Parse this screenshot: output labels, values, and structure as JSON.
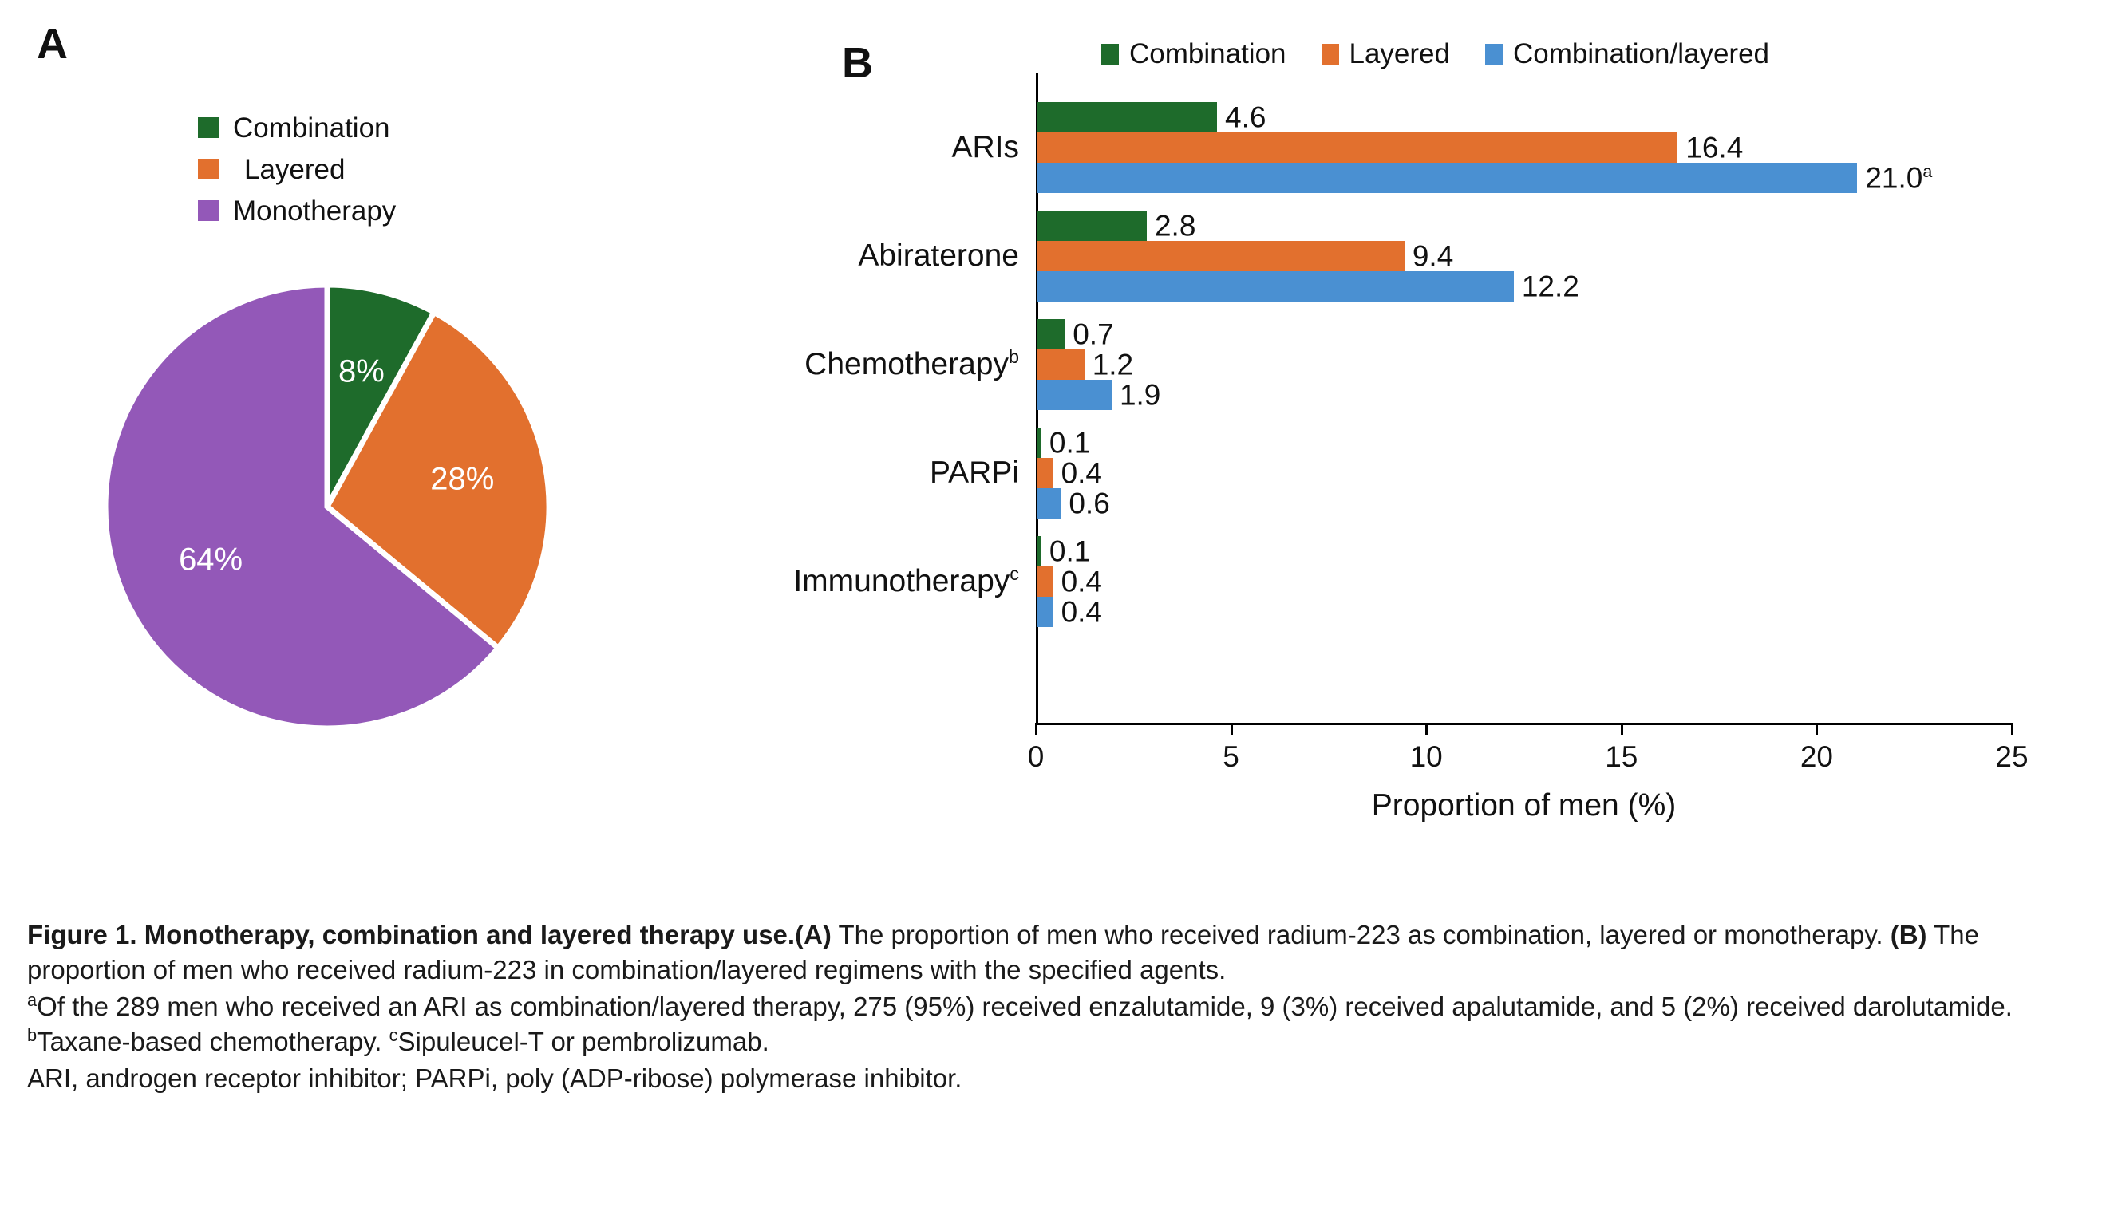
{
  "panels": {
    "a": {
      "letter": "A"
    },
    "b": {
      "letter": "B"
    }
  },
  "colors": {
    "combination_green": "#1E6B2B",
    "layered_orange": "#E2702E",
    "monotherapy_purple": "#9358B8",
    "combination_layered_blue": "#4A90D2",
    "axis_black": "#000000",
    "text_black": "#111111"
  },
  "chart_data": [
    {
      "type": "pie",
      "panel": "A",
      "title": "",
      "legend_position": "top",
      "categories": [
        "Combination",
        "Layered",
        "Monotherapy"
      ],
      "values": [
        8,
        28,
        64
      ],
      "value_labels": [
        "8%",
        "28%",
        "64%"
      ],
      "colors": [
        "#1E6B2B",
        "#E2702E",
        "#9358B8"
      ],
      "legend": [
        {
          "label": "Combination",
          "color": "#1E6B2B"
        },
        {
          "label": "Layered",
          "color": "#E2702E"
        },
        {
          "label": "Monotherapy",
          "color": "#9358B8"
        }
      ]
    },
    {
      "type": "bar",
      "panel": "B",
      "orientation": "horizontal",
      "title": "",
      "xlabel": "Proportion of men (%)",
      "ylabel": "",
      "xlim": [
        0,
        25
      ],
      "xticks": [
        0,
        5,
        10,
        15,
        20,
        25
      ],
      "xtick_labels": [
        "0",
        "5",
        "10",
        "15",
        "20",
        "25"
      ],
      "grid": false,
      "legend_position": "top",
      "legend": [
        {
          "label": "Combination",
          "color": "#1E6B2B"
        },
        {
          "label": "Layered",
          "color": "#E2702E"
        },
        {
          "label": "Combination/layered",
          "color": "#4A90D2"
        }
      ],
      "categories": [
        "ARIs",
        "Abiraterone",
        "Chemotherapy",
        "PARPi",
        "Immunotherapy"
      ],
      "category_labels": [
        {
          "text": "ARIs",
          "sup": ""
        },
        {
          "text": "Abiraterone",
          "sup": ""
        },
        {
          "text": "Chemotherapy",
          "sup": "b"
        },
        {
          "text": "PARPi",
          "sup": ""
        },
        {
          "text": "Immunotherapy",
          "sup": "c"
        }
      ],
      "series": [
        {
          "name": "Combination",
          "color": "#1E6B2B",
          "values": [
            4.6,
            2.8,
            0.7,
            0.1,
            0.1
          ],
          "labels": [
            "4.6",
            "2.8",
            "0.7",
            "0.1",
            "0.1"
          ],
          "label_sups": [
            "",
            "",
            "",
            "",
            ""
          ]
        },
        {
          "name": "Layered",
          "color": "#E2702E",
          "values": [
            16.4,
            9.4,
            1.2,
            0.4,
            0.4
          ],
          "labels": [
            "16.4",
            "9.4",
            "1.2",
            "0.4",
            "0.4"
          ],
          "label_sups": [
            "",
            "",
            "",
            "",
            ""
          ]
        },
        {
          "name": "Combination/layered",
          "color": "#4A90D2",
          "values": [
            21.0,
            12.2,
            1.9,
            0.6,
            0.4
          ],
          "labels": [
            "21.0",
            "12.2",
            "1.9",
            "0.6",
            "0.4"
          ],
          "label_sups": [
            "a",
            "",
            "",
            "",
            ""
          ]
        }
      ]
    }
  ],
  "caption": {
    "title": "Figure 1. Monotherapy, combination and layered therapy use.",
    "part_a_tag": "(A)",
    "part_a_text": " The proportion of men who received radium-223 as combination, layered or monotherapy. ",
    "part_b_tag": "(B)",
    "part_b_text": " The proportion of men who received radium-223 in combination/layered regimens with the specified agents.",
    "footnote_a_sup": "a",
    "footnote_a": "Of the 289 men who received an ARI as combination/layered therapy, 275 (95%) received enzalutamide, 9 (3%) received apalutamide, and 5 (2%) received darolutamide. ",
    "footnote_b_sup": "b",
    "footnote_b": "Taxane-based chemotherapy. ",
    "footnote_c_sup": "c",
    "footnote_c": "Sipuleucel-T or pembrolizumab.",
    "abbreviations": "ARI, androgen receptor inhibitor; PARPi, poly (ADP-ribose) polymerase inhibitor."
  }
}
